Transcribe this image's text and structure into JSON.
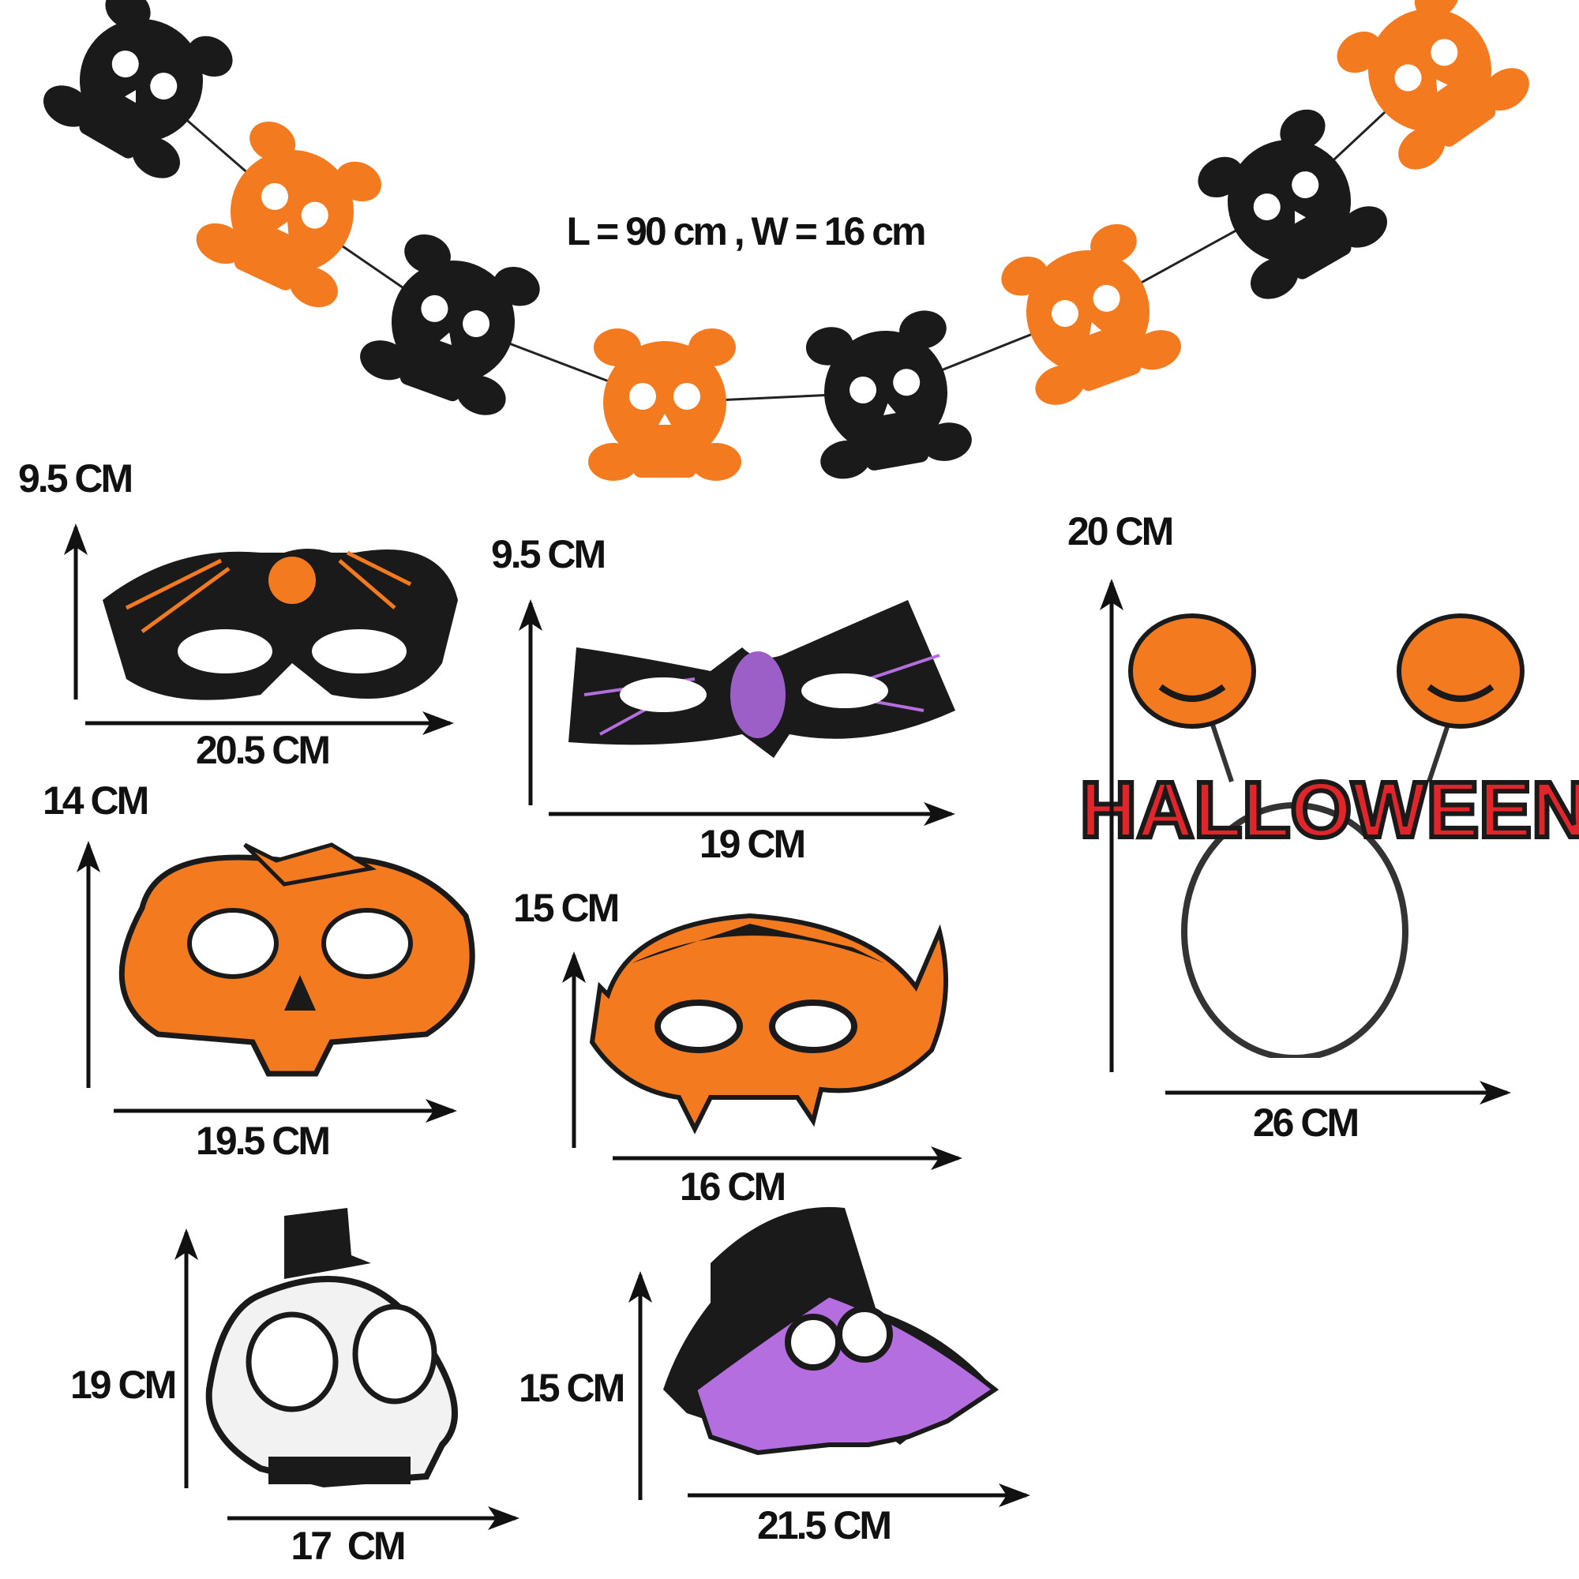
{
  "garland": {
    "label": "L = 90 cm , W = 16 cm"
  },
  "items": [
    {
      "name": "bat-mask-orange",
      "height": "9.5 CM",
      "width": "20.5 CM"
    },
    {
      "name": "spider-web-mask",
      "height": "9.5 CM",
      "width": "19 CM"
    },
    {
      "name": "pumpkin-mask",
      "height": "14 CM",
      "width": "19.5 CM"
    },
    {
      "name": "vampire-mask",
      "height": "15 CM",
      "width": "16 CM"
    },
    {
      "name": "pumpkin-headband",
      "height": "20 CM",
      "width": "26 CM",
      "lettering": "HALLOWEEN"
    },
    {
      "name": "skull-mask",
      "height": "19 CM",
      "width": "17  CM"
    },
    {
      "name": "witch-mask",
      "height": "15 CM",
      "width": "21.5 CM"
    }
  ],
  "colors": {
    "orange": "#f47a20",
    "black": "#1a1a1a",
    "purple": "#b56ee0",
    "red": "#e0262a",
    "white": "#f2f2f2"
  }
}
